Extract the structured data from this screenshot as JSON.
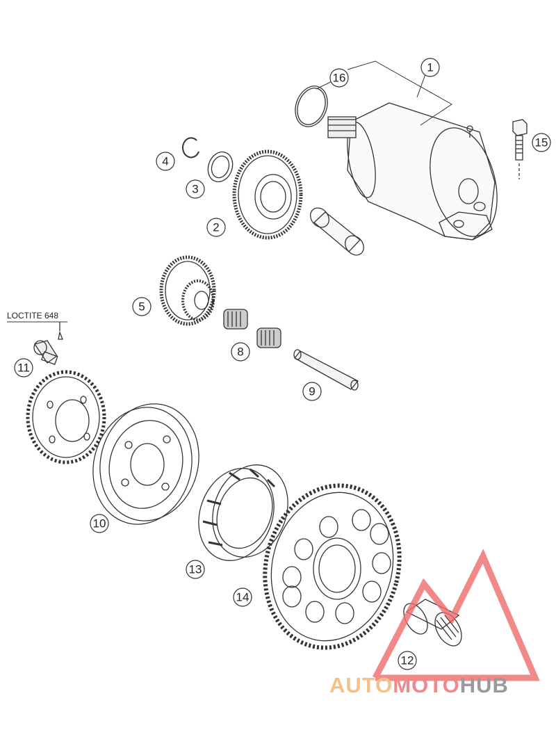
{
  "diagram": {
    "callouts": [
      "1",
      "2",
      "3",
      "4",
      "5",
      "8",
      "9",
      "10",
      "11",
      "12",
      "13",
      "14",
      "15",
      "16"
    ],
    "note": "LOCTITE 648"
  },
  "watermark": {
    "part1": "AUTO",
    "part2": "MOTO",
    "part3": "HUB",
    "colors": {
      "part1": "#f5c18a",
      "part2": "#f08a8a",
      "part3": "#9a9a9a",
      "triangle": "#ef6b6b"
    }
  }
}
